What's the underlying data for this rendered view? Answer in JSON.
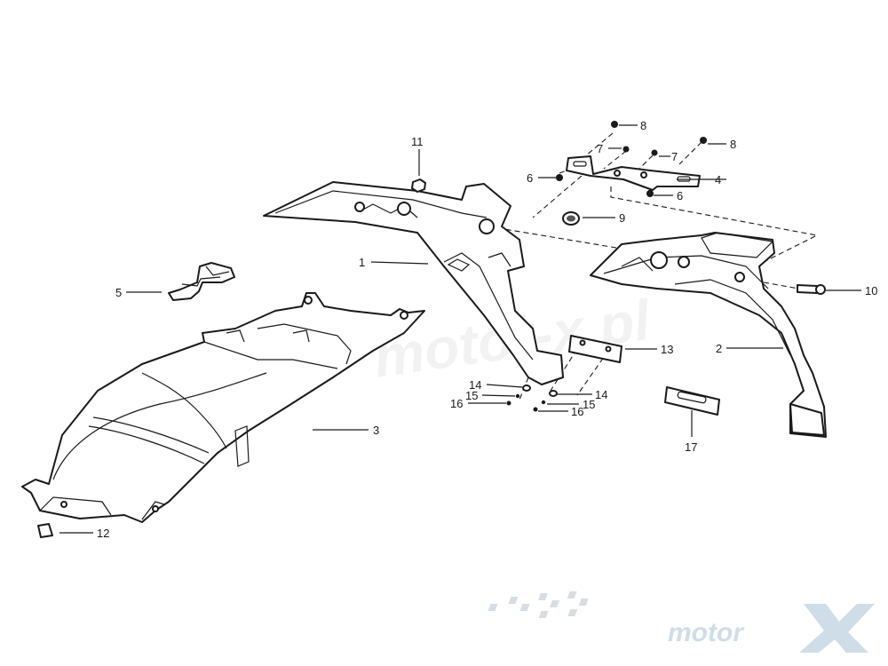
{
  "watermark": {
    "text": "motor-x.pl"
  },
  "logo": {
    "text": "motor",
    "color": "#cfdde9"
  },
  "callouts": [
    {
      "id": "1",
      "label": "1"
    },
    {
      "id": "2",
      "label": "2"
    },
    {
      "id": "3",
      "label": "3"
    },
    {
      "id": "4",
      "label": "4"
    },
    {
      "id": "5",
      "label": "5"
    },
    {
      "id": "6a",
      "label": "6"
    },
    {
      "id": "6b",
      "label": "6"
    },
    {
      "id": "7a",
      "label": "7"
    },
    {
      "id": "7b",
      "label": "7"
    },
    {
      "id": "8a",
      "label": "8"
    },
    {
      "id": "8b",
      "label": "8"
    },
    {
      "id": "9",
      "label": "9"
    },
    {
      "id": "10",
      "label": "10"
    },
    {
      "id": "11",
      "label": "11"
    },
    {
      "id": "12",
      "label": "12"
    },
    {
      "id": "13",
      "label": "13"
    },
    {
      "id": "14a",
      "label": "14"
    },
    {
      "id": "14b",
      "label": "14"
    },
    {
      "id": "15a",
      "label": "15"
    },
    {
      "id": "15b",
      "label": "15"
    },
    {
      "id": "16a",
      "label": "16"
    },
    {
      "id": "16b",
      "label": "16"
    },
    {
      "id": "17",
      "label": "17"
    }
  ]
}
